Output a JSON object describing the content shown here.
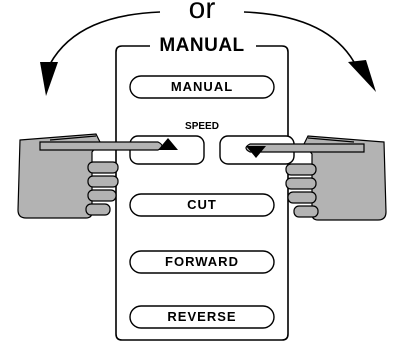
{
  "header": {
    "or_text": "or"
  },
  "panel": {
    "title": "MANUAL",
    "speed_label": "SPEED",
    "buttons": {
      "manual": "MANUAL",
      "cut": "CUT",
      "forward": "FORWARD",
      "reverse": "REVERSE"
    }
  },
  "icons": {
    "left_arrow": "curved-arrow-left-icon",
    "right_arrow": "curved-arrow-right-icon",
    "speed_up": "up-arrow-icon",
    "speed_down": "down-arrow-icon",
    "left_hand": "pointing-hand-left-icon",
    "right_hand": "pointing-hand-right-icon"
  },
  "colors": {
    "line": "#000000",
    "hand_fill": "#b3b3b3",
    "background": "#ffffff"
  }
}
